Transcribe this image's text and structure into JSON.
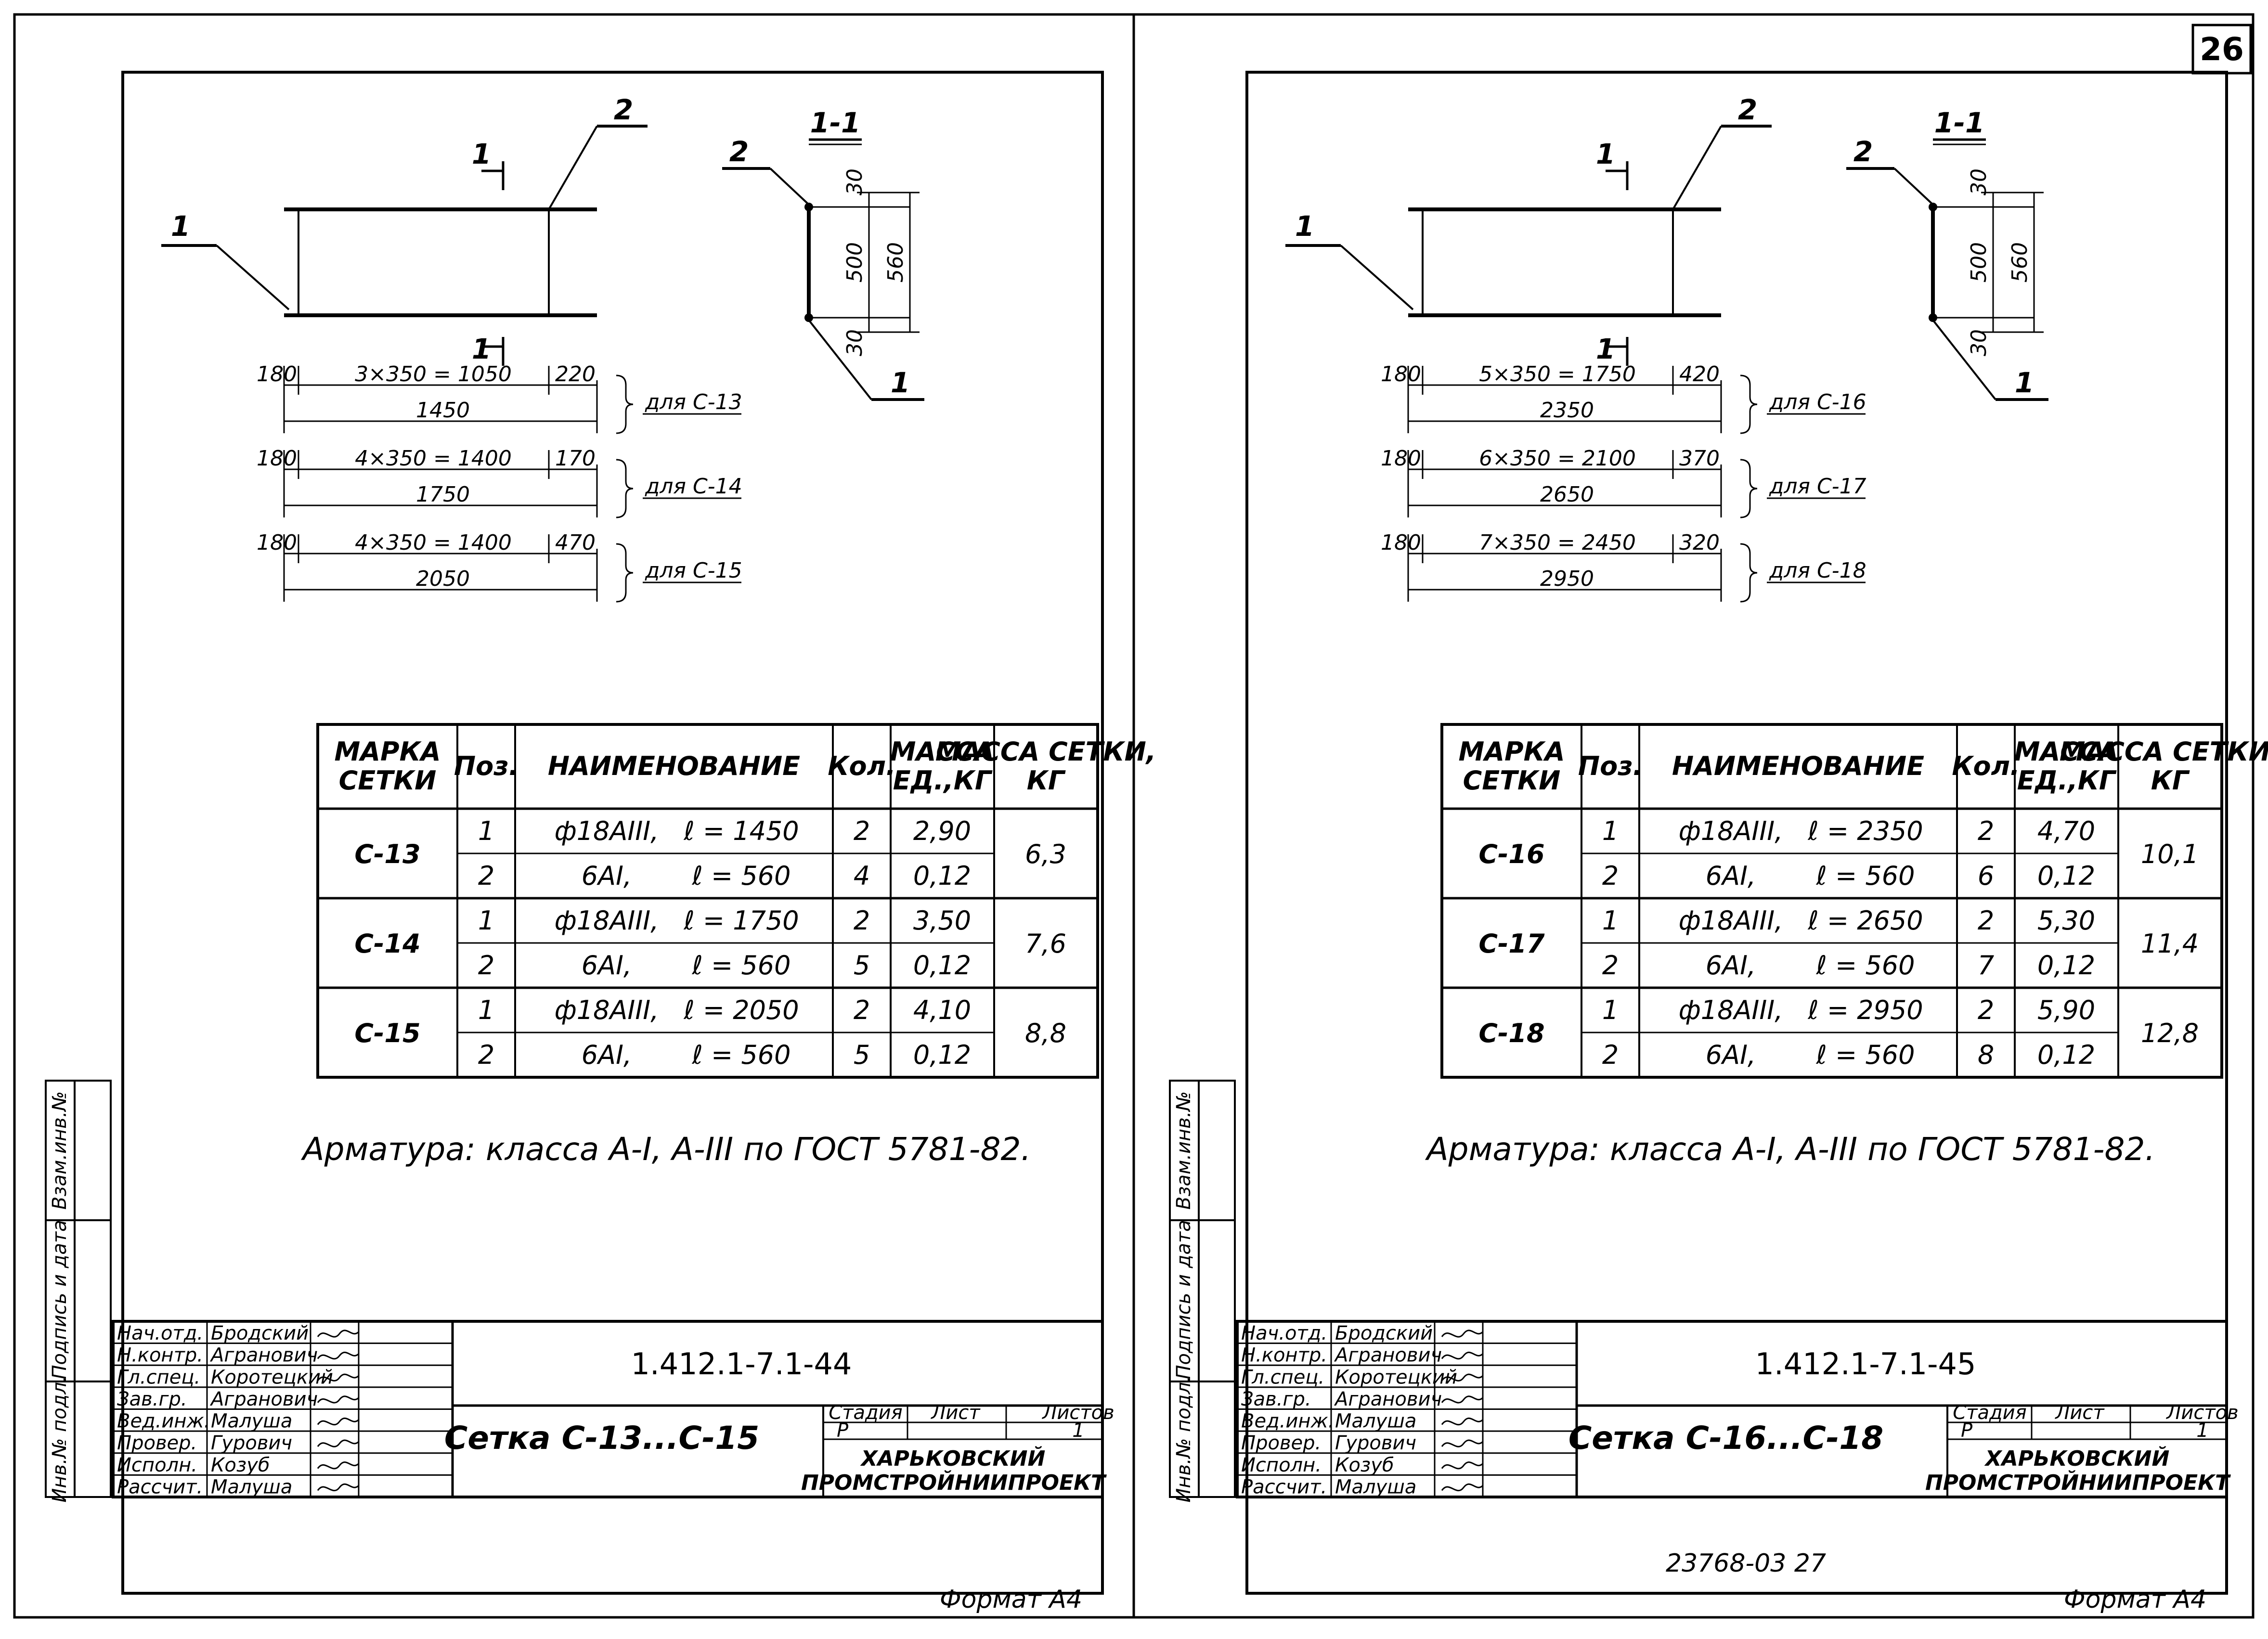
{
  "page_number": "26",
  "sheets": [
    {
      "id": "sheet-44",
      "section_label": "1-1",
      "pos1": "1",
      "pos2": "2",
      "cut_mark": "1",
      "sec_dims": [
        "30",
        "500",
        "560",
        "30"
      ],
      "variants": [
        {
          "left": "180",
          "mid": "3×350 = 1050",
          "right": "220",
          "total": "1450",
          "for": "для С-13"
        },
        {
          "left": "180",
          "mid": "4×350 = 1400",
          "right": "170",
          "total": "1750",
          "for": "для С-14"
        },
        {
          "left": "180",
          "mid": "4×350 = 1400",
          "right": "470",
          "total": "2050",
          "for": "для С-15"
        }
      ],
      "table": {
        "headers": [
          "МАРКА СЕТКИ",
          "Поз.",
          "НАИМЕНОВАНИЕ",
          "Кол.",
          "МАССА ЕД.,КГ",
          "МАССА СЕТКИ, КГ"
        ],
        "groups": [
          {
            "mark": "С-13",
            "total": "6,3",
            "rows": [
              {
                "pos": "1",
                "name": "ф18АIII,",
                "len": "ℓ = 1450",
                "qty": "2",
                "mass": "2,90"
              },
              {
                "pos": "2",
                "name": "6АI,",
                "len": "ℓ = 560",
                "qty": "4",
                "mass": "0,12"
              }
            ]
          },
          {
            "mark": "С-14",
            "total": "7,6",
            "rows": [
              {
                "pos": "1",
                "name": "ф18АIII,",
                "len": "ℓ = 1750",
                "qty": "2",
                "mass": "3,50"
              },
              {
                "pos": "2",
                "name": "6АI,",
                "len": "ℓ = 560",
                "qty": "5",
                "mass": "0,12"
              }
            ]
          },
          {
            "mark": "С-15",
            "total": "8,8",
            "rows": [
              {
                "pos": "1",
                "name": "ф18АIII,",
                "len": "ℓ = 2050",
                "qty": "2",
                "mass": "4,10"
              },
              {
                "pos": "2",
                "name": "6АI,",
                "len": "ℓ = 560",
                "qty": "5",
                "mass": "0,12"
              }
            ]
          }
        ]
      },
      "note": "Арматура: класса А-I, А-III по ГОСТ 5781-82.",
      "stamp": {
        "roles": [
          "Нач.отд.",
          "Н.контр.",
          "Гл.спец.",
          "Зав.гр.",
          "Вед.инж.",
          "Провер.",
          "Исполн.",
          "Рассчит."
        ],
        "names": [
          "Бродский",
          "Агранович",
          "Коротецкий",
          "Агранович",
          "Малуша",
          "Гурович",
          "Козуб",
          "Малуша"
        ],
        "code": "1.412.1-7.1-44",
        "title": "Сетка С-13...С-15",
        "stage_h": "Стадия",
        "sheet_h": "Лист",
        "sheets_h": "Листов",
        "stage": "Р",
        "sheet": "",
        "sheets": "1",
        "org1": "ХАРЬКОВСКИЙ",
        "org2": "ПРОМСТРОЙНИИПРОЕКТ"
      },
      "side": [
        "Инв.№ подл.",
        "Подпись и дата",
        "Взам.инв.№"
      ],
      "format": "Формат А4",
      "extra": ""
    },
    {
      "id": "sheet-45",
      "section_label": "1-1",
      "pos1": "1",
      "pos2": "2",
      "cut_mark": "1",
      "sec_dims": [
        "30",
        "500",
        "560",
        "30"
      ],
      "variants": [
        {
          "left": "180",
          "mid": "5×350 = 1750",
          "right": "420",
          "total": "2350",
          "for": "для С-16"
        },
        {
          "left": "180",
          "mid": "6×350 = 2100",
          "right": "370",
          "total": "2650",
          "for": "для С-17"
        },
        {
          "left": "180",
          "mid": "7×350 = 2450",
          "right": "320",
          "total": "2950",
          "for": "для С-18"
        }
      ],
      "table": {
        "headers": [
          "МАРКА СЕТКИ",
          "Поз.",
          "НАИМЕНОВАНИЕ",
          "Кол.",
          "МАССА ЕД.,КГ",
          "МАССА СЕТКИ, КГ"
        ],
        "groups": [
          {
            "mark": "С-16",
            "total": "10,1",
            "rows": [
              {
                "pos": "1",
                "name": "ф18АIII,",
                "len": "ℓ = 2350",
                "qty": "2",
                "mass": "4,70"
              },
              {
                "pos": "2",
                "name": "6АI,",
                "len": "ℓ = 560",
                "qty": "6",
                "mass": "0,12"
              }
            ]
          },
          {
            "mark": "С-17",
            "total": "11,4",
            "rows": [
              {
                "pos": "1",
                "name": "ф18АIII,",
                "len": "ℓ = 2650",
                "qty": "2",
                "mass": "5,30"
              },
              {
                "pos": "2",
                "name": "6АI,",
                "len": "ℓ = 560",
                "qty": "7",
                "mass": "0,12"
              }
            ]
          },
          {
            "mark": "С-18",
            "total": "12,8",
            "rows": [
              {
                "pos": "1",
                "name": "ф18АIII,",
                "len": "ℓ = 2950",
                "qty": "2",
                "mass": "5,90"
              },
              {
                "pos": "2",
                "name": "6АI,",
                "len": "ℓ = 560",
                "qty": "8",
                "mass": "0,12"
              }
            ]
          }
        ]
      },
      "note": "Арматура: класса А-I, А-III по ГОСТ 5781-82.",
      "stamp": {
        "roles": [
          "Нач.отд.",
          "Н.контр.",
          "Гл.спец.",
          "Зав.гр.",
          "Вед.инж.",
          "Провер.",
          "Исполн.",
          "Рассчит."
        ],
        "names": [
          "Бродский",
          "Агранович",
          "Коротецкий",
          "Агранович",
          "Малуша",
          "Гурович",
          "Козуб",
          "Малуша"
        ],
        "code": "1.412.1-7.1-45",
        "title": "Сетка С-16...С-18",
        "stage_h": "Стадия",
        "sheet_h": "Лист",
        "sheets_h": "Листов",
        "stage": "Р",
        "sheet": "",
        "sheets": "1",
        "org1": "ХАРЬКОВСКИЙ",
        "org2": "ПРОМСТРОЙНИИПРОЕКТ"
      },
      "side": [
        "Инв.№ подл.",
        "Подпись и дата",
        "Взам.инв.№"
      ],
      "format": "Формат А4",
      "extra": "23768-03   27"
    }
  ]
}
